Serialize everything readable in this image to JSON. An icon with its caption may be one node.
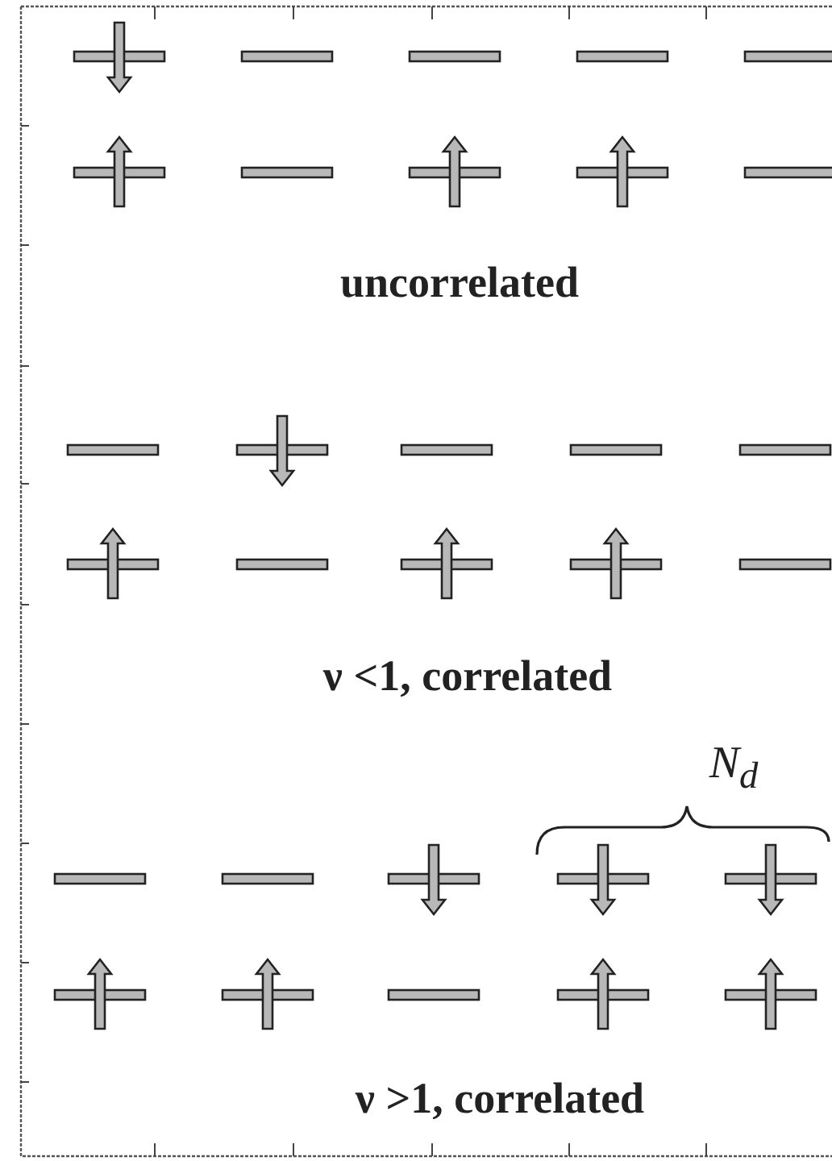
{
  "diagram": {
    "labels": [
      "uncorrelated",
      "ν <1, correlated",
      "N$_{d}$",
      "ν >1, correlated"
    ]
  }
}
